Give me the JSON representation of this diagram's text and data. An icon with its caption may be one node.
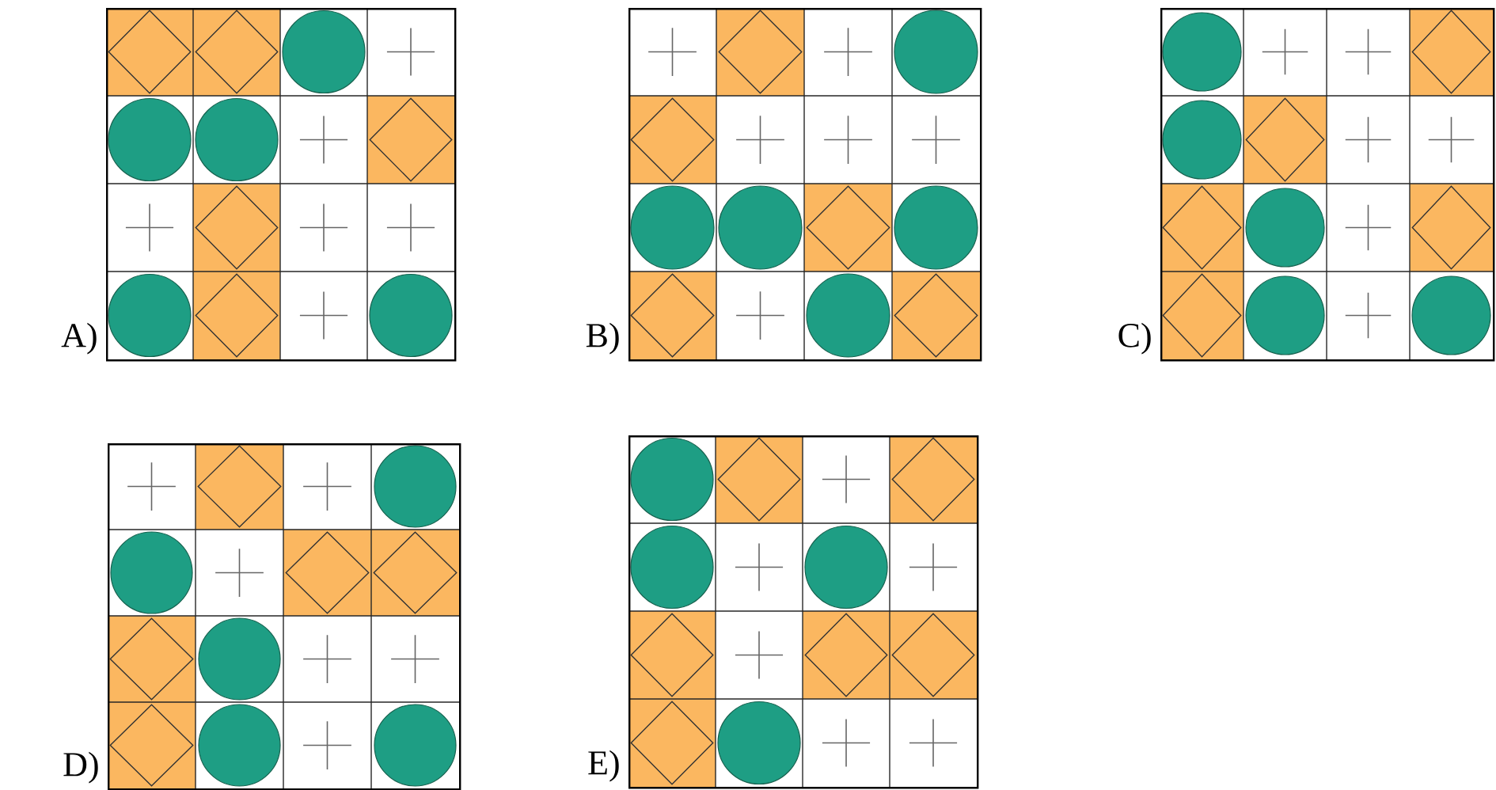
{
  "diagram": {
    "nodes": [
      {
        "text": [],
        "shape": "box",
        "beside": [
          "A)"
        ]
      },
      {
        "text": [],
        "shape": "diamond",
        "in": 0
      },
      {
        "text": [],
        "shape": "diamond",
        "in": 0
      },
      {
        "text": [],
        "shape": "circle",
        "in": 0
      },
      {
        "text": [],
        "shape": "cross",
        "in": 0
      },
      {
        "text": [],
        "shape": "circle",
        "in": 0
      },
      {
        "text": [],
        "shape": "circle",
        "in": 0
      },
      {
        "text": [],
        "shape": "cross",
        "in": 0
      },
      {
        "text": [],
        "shape": "diamond",
        "in": 0
      },
      {
        "text": [],
        "shape": "cross",
        "in": 0
      },
      {
        "text": [],
        "shape": "diamond",
        "in": 0
      },
      {
        "text": [],
        "shape": "cross",
        "in": 0
      },
      {
        "text": [],
        "shape": "cross",
        "in": 0
      },
      {
        "text": [],
        "shape": "circle",
        "in": 0
      },
      {
        "text": [],
        "shape": "diamond",
        "in": 0
      },
      {
        "text": [],
        "shape": "cross",
        "in": 0
      },
      {
        "text": [],
        "shape": "circle",
        "in": 0
      },
      {
        "text": [],
        "shape": "box",
        "beside": [
          "B)"
        ]
      },
      {
        "text": [],
        "shape": "cross",
        "in": 17
      },
      {
        "text": [],
        "shape": "diamond",
        "in": 17
      },
      {
        "text": [],
        "shape": "cross",
        "in": 17
      },
      {
        "text": [],
        "shape": "circle",
        "in": 17
      },
      {
        "text": [],
        "shape": "diamond",
        "in": 17
      },
      {
        "text": [],
        "shape": "cross",
        "in": 17
      },
      {
        "text": [],
        "shape": "cross",
        "in": 17
      },
      {
        "text": [],
        "shape": "cross",
        "in": 17
      },
      {
        "text": [],
        "shape": "circle",
        "in": 17
      },
      {
        "text": [],
        "shape": "circle",
        "in": 17
      },
      {
        "text": [],
        "shape": "diamond",
        "in": 17
      },
      {
        "text": [],
        "shape": "circle",
        "in": 17
      },
      {
        "text": [],
        "shape": "diamond",
        "in": 17
      },
      {
        "text": [],
        "shape": "cross",
        "in": 17
      },
      {
        "text": [],
        "shape": "circle",
        "in": 17
      },
      {
        "text": [],
        "shape": "diamond",
        "in": 17
      },
      {
        "text": [],
        "shape": "box",
        "beside": [
          "C)"
        ]
      },
      {
        "text": [],
        "shape": "circle",
        "in": 34
      },
      {
        "text": [],
        "shape": "cross",
        "in": 34
      },
      {
        "text": [],
        "shape": "cross",
        "in": 34
      },
      {
        "text": [],
        "shape": "diamond",
        "in": 34
      },
      {
        "text": [],
        "shape": "circle",
        "in": 34
      },
      {
        "text": [],
        "shape": "diamond",
        "in": 34
      },
      {
        "text": [],
        "shape": "cross",
        "in": 34
      },
      {
        "text": [],
        "shape": "cross",
        "in": 34
      },
      {
        "text": [],
        "shape": "diamond",
        "in": 34
      },
      {
        "text": [],
        "shape": "circle",
        "in": 34
      },
      {
        "text": [],
        "shape": "cross",
        "in": 34
      },
      {
        "text": [],
        "shape": "diamond",
        "in": 34
      },
      {
        "text": [],
        "shape": "diamond",
        "in": 34
      },
      {
        "text": [],
        "shape": "circle",
        "in": 34
      },
      {
        "text": [],
        "shape": "cross",
        "in": 34
      },
      {
        "text": [],
        "shape": "circle",
        "in": 34
      },
      {
        "text": [],
        "shape": "box",
        "beside": [
          "D)"
        ]
      },
      {
        "text": [],
        "shape": "cross",
        "in": 51
      },
      {
        "text": [],
        "shape": "diamond",
        "in": 51
      },
      {
        "text": [],
        "shape": "cross",
        "in": 51
      },
      {
        "text": [],
        "shape": "circle",
        "in": 51
      },
      {
        "text": [],
        "shape": "circle",
        "in": 51
      },
      {
        "text": [],
        "shape": "cross",
        "in": 51
      },
      {
        "text": [],
        "shape": "diamond",
        "in": 51
      },
      {
        "text": [],
        "shape": "diamond",
        "in": 51
      },
      {
        "text": [],
        "shape": "diamond",
        "in": 51
      },
      {
        "text": [],
        "shape": "circle",
        "in": 51
      },
      {
        "text": [],
        "shape": "cross",
        "in": 51
      },
      {
        "text": [],
        "shape": "cross",
        "in": 51
      },
      {
        "text": [],
        "shape": "diamond",
        "in": 51
      },
      {
        "text": [],
        "shape": "circle",
        "in": 51
      },
      {
        "text": [],
        "shape": "cross",
        "in": 51
      },
      {
        "text": [],
        "shape": "circle",
        "in": 51
      },
      {
        "text": [],
        "shape": "box",
        "beside": [
          "E)"
        ]
      },
      {
        "text": [],
        "shape": "circle",
        "in": 68
      },
      {
        "text": [],
        "shape": "diamond",
        "in": 68
      },
      {
        "text": [],
        "shape": "cross",
        "in": 68
      },
      {
        "text": [],
        "shape": "diamond",
        "in": 68
      },
      {
        "text": [],
        "shape": "circle",
        "in": 68
      },
      {
        "text": [],
        "shape": "cross",
        "in": 68
      },
      {
        "text": [],
        "shape": "circle",
        "in": 68
      },
      {
        "text": [],
        "shape": "cross",
        "in": 68
      },
      {
        "text": [],
        "shape": "diamond",
        "in": 68
      },
      {
        "text": [],
        "shape": "cross",
        "in": 68
      },
      {
        "text": [],
        "shape": "diamond",
        "in": 68
      },
      {
        "text": [],
        "shape": "diamond",
        "in": 68
      },
      {
        "text": [],
        "shape": "diamond",
        "in": 68
      },
      {
        "text": [],
        "shape": "circle",
        "in": 68
      },
      {
        "text": [],
        "shape": "cross",
        "in": 68
      },
      {
        "text": [],
        "shape": "cross",
        "in": 68
      }
    ]
  }
}
